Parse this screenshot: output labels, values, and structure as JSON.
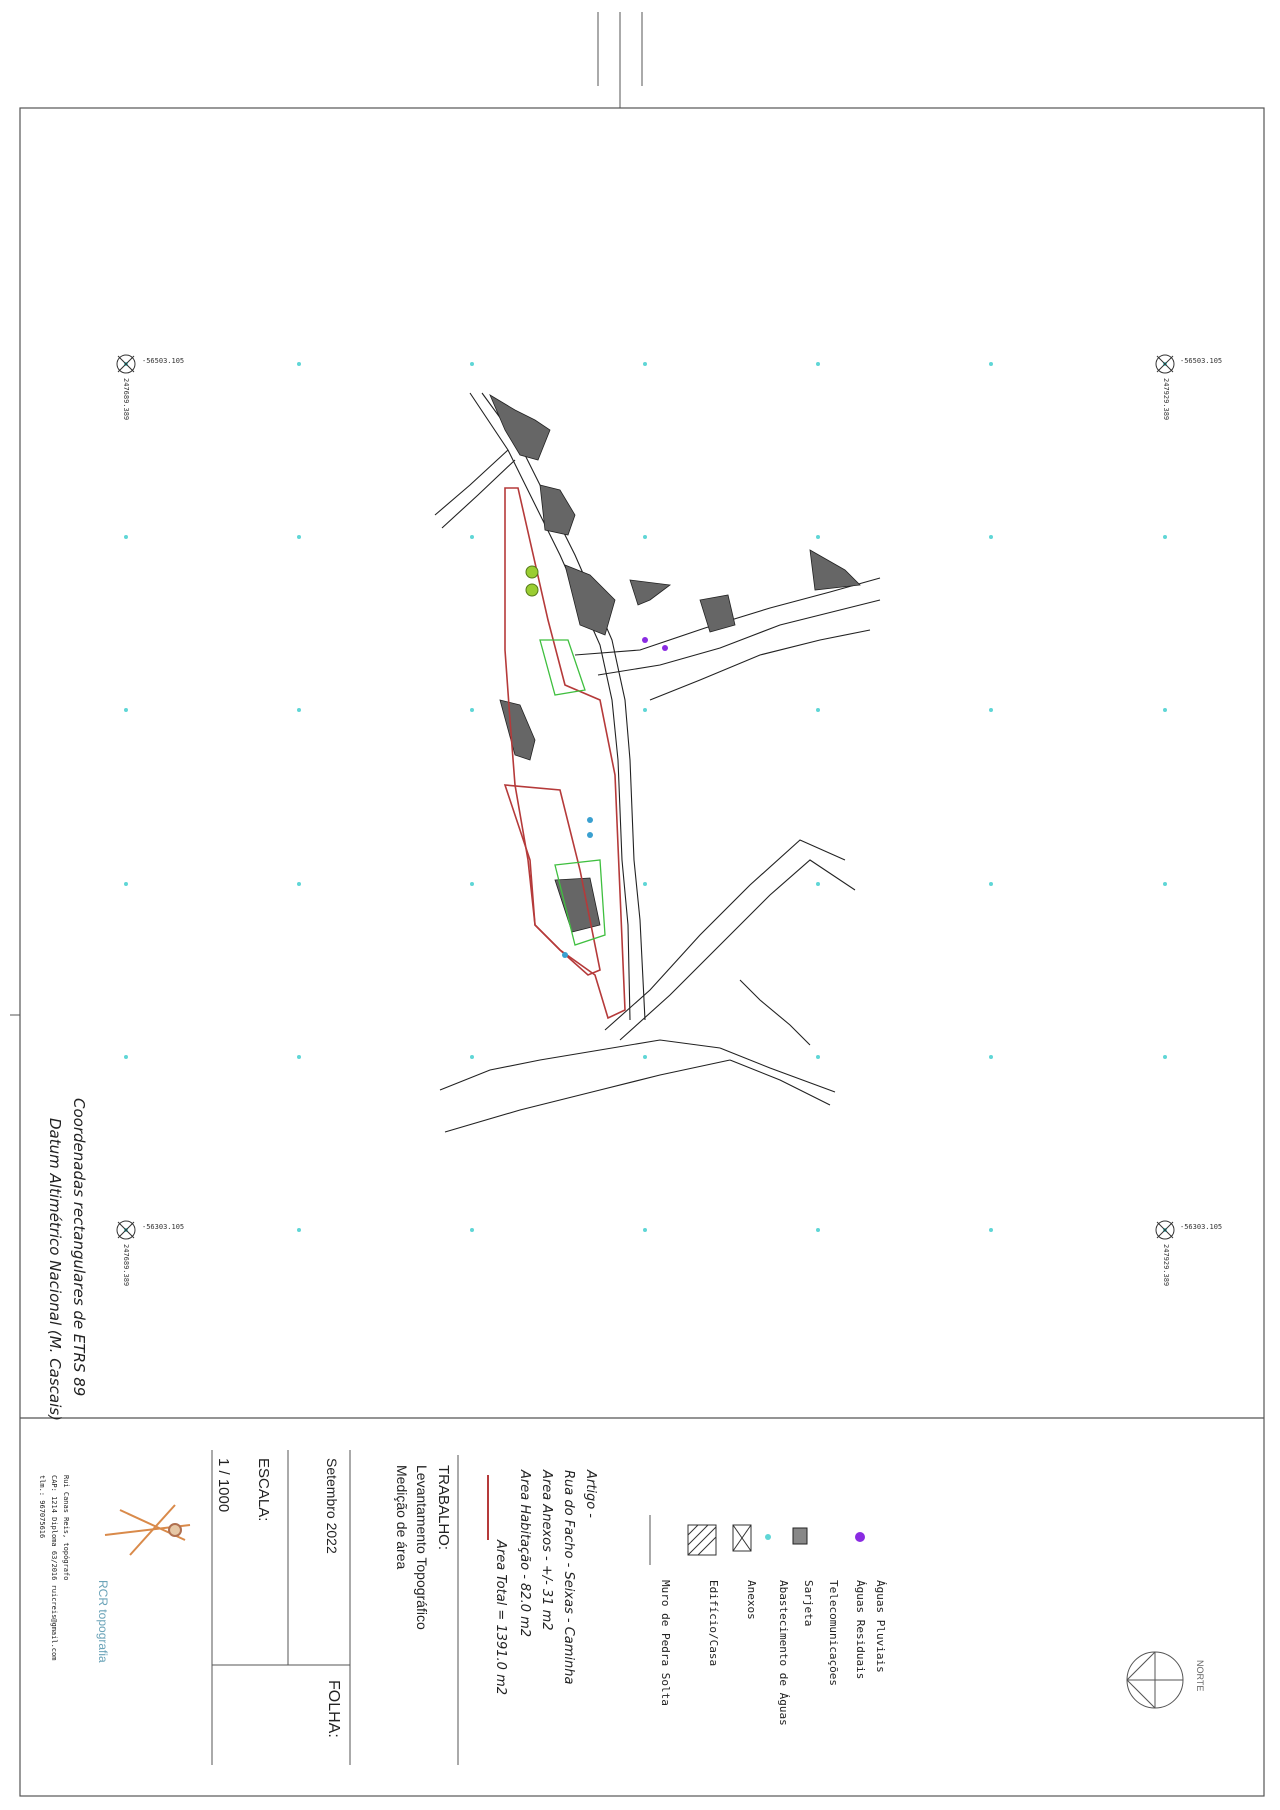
{
  "colors": {
    "frame": "#555555",
    "parcel": "#b53a3a",
    "annex": "#3fbf3f",
    "grid_dot": "#5fd6d6",
    "building": "#666666",
    "water_rain": "#8a2be2",
    "brand": "#d98a4a"
  },
  "grid": {
    "coord_top_left_x": "-56503.105",
    "coord_top_left_y": "247689.389",
    "coord_top_right_x": "-56503.105",
    "coord_top_right_y": "247929.389",
    "coord_bottom_left_x": "-56303.105",
    "coord_bottom_left_y": "247689.389",
    "coord_bottom_right_x": "-56303.105",
    "coord_bottom_right_y": "247929.389"
  },
  "datum": {
    "line1": "Coordenadas rectangulares de ETRS 89",
    "line2": "Datum Altimétrico Nacional (M. Cascais)"
  },
  "north_label": "NORTE",
  "legend": {
    "items": [
      {
        "icon": "purple-dot-icon",
        "label": "Águas Pluviais"
      },
      {
        "icon": "box-icon",
        "label": "Águas Residuais"
      },
      {
        "icon": "cyan-dot-icon",
        "label": "Telecomunicações"
      },
      {
        "icon": "crossed-box-icon",
        "label": "Sarjeta"
      },
      {
        "icon": "hatched-box-icon",
        "label": "Abastecimento de Águas"
      },
      {
        "icon": "line-icon",
        "label": "Anexos"
      }
    ],
    "extra_labels": [
      "Edifício/Casa",
      "Muro de Pedra Solta"
    ]
  },
  "info": {
    "article": "Artigo -",
    "location": "Rua do Facho - Seixas - Caminha",
    "annex_area": "Area Anexos - +/- 31 m2",
    "housing_area": "Area Habitação - 82.0 m2",
    "total_area": "Area Total = 1391.0 m2"
  },
  "title_block": {
    "work_label": "TRABALHO:",
    "work_line1": "Levantamento Topográfico",
    "work_line2": "Medição de área",
    "date": "Setembro 2022",
    "sheet_label": "FOLHA:",
    "scale_label": "ESCALA:",
    "scale": "1 / 1000"
  },
  "author": {
    "brand": "RCR topografia",
    "line1": "Rui Canas Reis, topógrafo",
    "line2": "CAP: 1214 Diploma 63/2016 ruicreis@gmail.com",
    "line3": "tlm.: 967075616"
  }
}
